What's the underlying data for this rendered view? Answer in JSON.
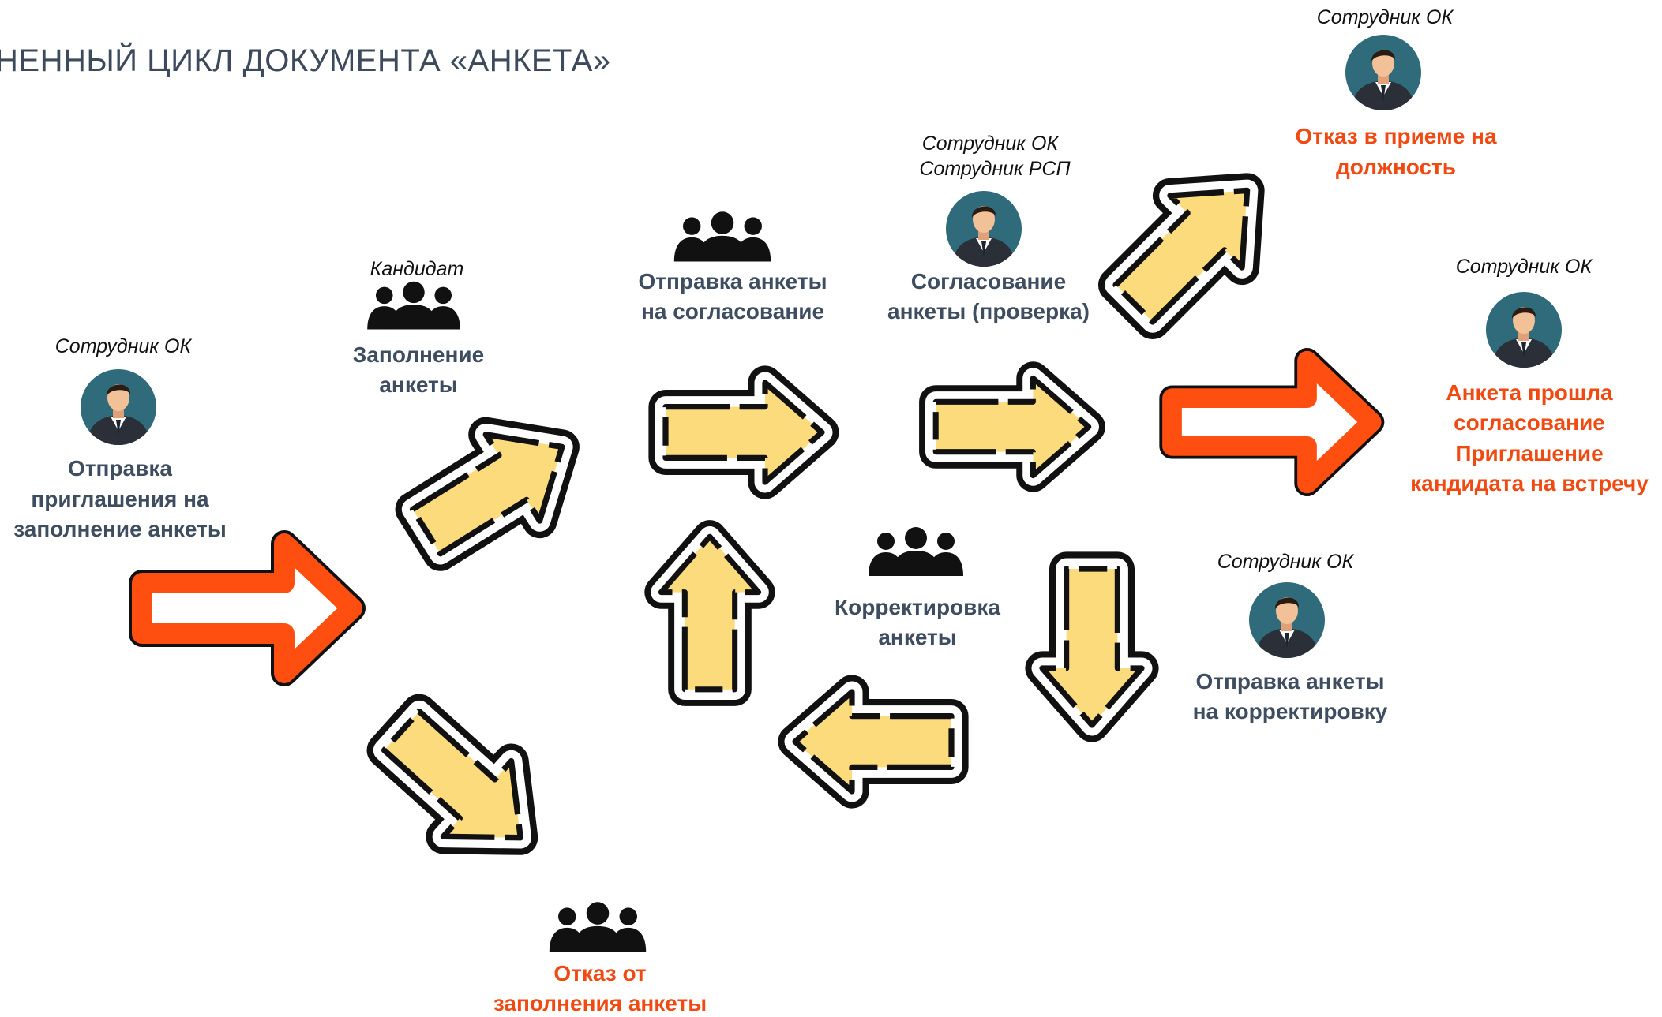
{
  "title": "НЕННЫЙ ЦИКЛ ДОКУМЕНТА «АНКЕТА»",
  "colors": {
    "arrow_yellow": "#fcdb7d",
    "arrow_orange": "#ff4f10",
    "outline": "#111111",
    "text_dark": "#3f4d60",
    "text_red": "#f04a12",
    "avatar_bg": "#2f6b7a"
  },
  "icons": {
    "employee": "employee-avatar-icon",
    "group": "people-group-icon",
    "arrow": "arrow-icon"
  },
  "nodes": {
    "send_invite": {
      "role": "Сотрудник ОК",
      "lines": [
        "Отправка",
        "приглашения на",
        "заполнение анкеты"
      ]
    },
    "fill_form": {
      "role": "Кандидат",
      "lines": [
        "Заполнение",
        "анкеты"
      ]
    },
    "send_approval": {
      "lines": [
        "Отправка анкеты",
        "на согласование"
      ]
    },
    "approval_check": {
      "roles": [
        "Сотрудник ОК",
        "Сотрудник РСП"
      ],
      "lines": [
        "Согласование",
        "анкеты (проверка)"
      ]
    },
    "rejection_hire": {
      "role": "Сотрудник ОК",
      "lines": [
        "Отказ в приеме на",
        "должность"
      ]
    },
    "approved": {
      "role": "Сотрудник ОК",
      "lines": [
        "Анкета прошла",
        "согласование",
        "Приглашение",
        "кандидата на встречу"
      ]
    },
    "correction": {
      "lines": [
        "Корректировка",
        "анкеты"
      ]
    },
    "send_correction": {
      "role": "Сотрудник ОК",
      "lines": [
        "Отправка анкеты",
        "на корректировку"
      ]
    },
    "refusal_fill": {
      "lines": [
        "Отказ от",
        "заполнения анкеты"
      ]
    }
  }
}
